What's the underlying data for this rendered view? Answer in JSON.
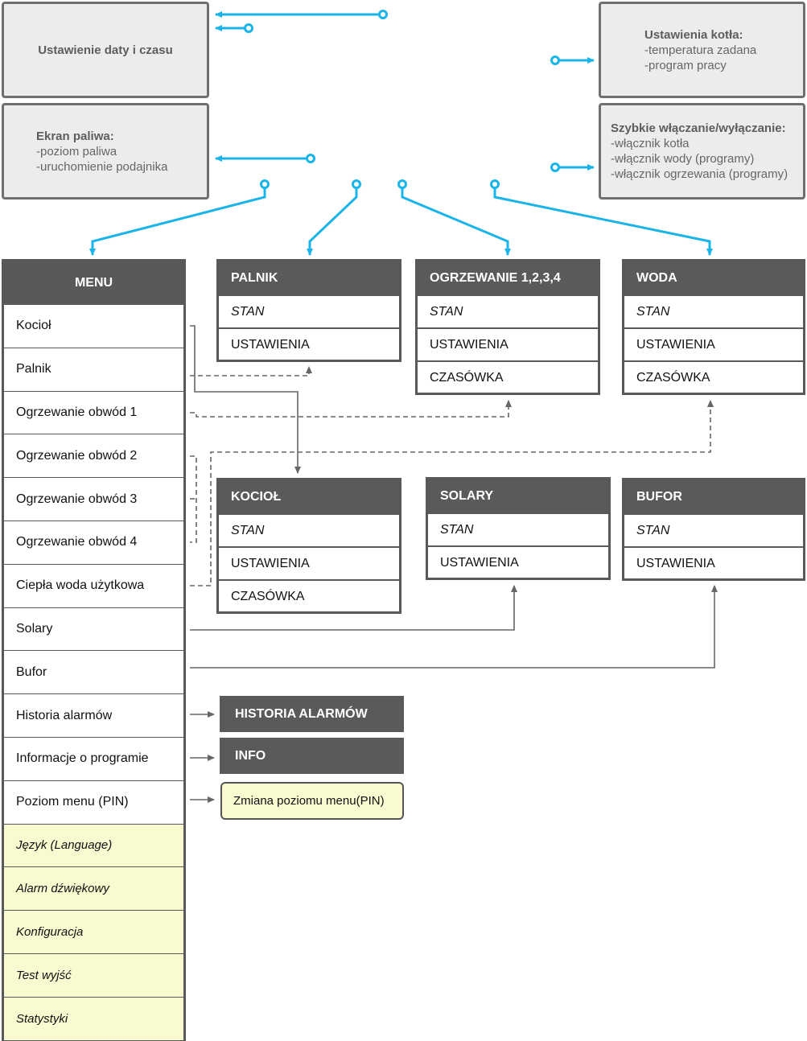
{
  "top_boxes": {
    "date_time": {
      "title": "Ustawienie daty i czasu"
    },
    "boiler_settings": {
      "title": "Ustawienia kotła:",
      "lines": [
        "-temperatura zadana",
        "-program pracy"
      ]
    },
    "fuel_screen": {
      "title": "Ekran paliwa:",
      "lines": [
        "-poziom paliwa",
        "-uruchomienie podajnika"
      ]
    },
    "quick_toggle": {
      "title": "Szybkie włączanie/wyłączanie:",
      "lines": [
        "-włącznik kotła",
        "-włącznik wody (programy)",
        "-włącznik ogrzewania (programy)"
      ]
    }
  },
  "menu": {
    "title": "MENU",
    "items": [
      "Kocioł",
      "Palnik",
      "Ogrzewanie obwód 1",
      "Ogrzewanie obwód 2",
      "Ogrzewanie obwód 3",
      "Ogrzewanie obwód 4",
      "Ciepła woda użytkowa",
      "Solary",
      "Bufor",
      "Historia alarmów",
      "Informacje o programie",
      "Poziom menu (PIN)"
    ],
    "extra_items": [
      "Język (Language)",
      "Alarm dźwiękowy",
      "Konfiguracja",
      "Test wyjść",
      "Statystyki"
    ]
  },
  "cards": {
    "palnik": {
      "title": "PALNIK",
      "rows": [
        "STAN",
        "USTAWIENIA"
      ]
    },
    "ogrzewanie": {
      "title": "OGRZEWANIE 1,2,3,4",
      "rows": [
        "STAN",
        "USTAWIENIA",
        "CZASÓWKA"
      ]
    },
    "woda": {
      "title": "WODA",
      "rows": [
        "STAN",
        "USTAWIENIA",
        "CZASÓWKA"
      ]
    },
    "kociol": {
      "title": "KOCIOŁ",
      "rows": [
        "STAN",
        "USTAWIENIA",
        "CZASÓWKA"
      ]
    },
    "solary": {
      "title": "SOLARY",
      "rows": [
        "STAN",
        "USTAWIENIA"
      ]
    },
    "bufor": {
      "title": "BUFOR",
      "rows": [
        "STAN",
        "USTAWIENIA"
      ]
    }
  },
  "banners": {
    "alarm_history": "HISTORIA ALARMÓW",
    "info": "INFO",
    "menu_level_change": "Zmiana poziomu menu(PIN)"
  },
  "colors": {
    "accent_wire": "#1ab4e8",
    "header_gray": "#5a5a5a",
    "extra_bg": "#fafad0",
    "box_bg": "#ececec"
  }
}
